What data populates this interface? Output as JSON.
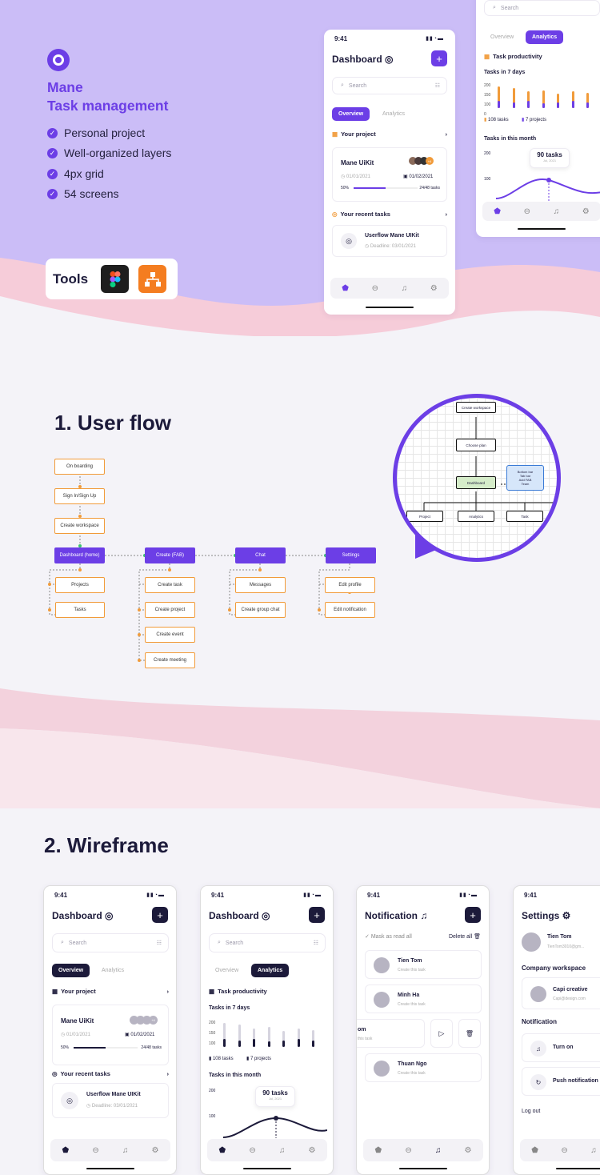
{
  "brand": {
    "line1": "Mane",
    "line2": "Task management"
  },
  "features": [
    "Personal project",
    "Well-organized layers",
    "4px grid",
    "54 screens"
  ],
  "tools": {
    "label": "Tools"
  },
  "time": "9:41",
  "dashboard": {
    "title": "Dashboard",
    "search": "Search",
    "tab_overview": "Overview",
    "tab_analytics": "Analytics",
    "your_project": "Your project",
    "project_name": "Mane UiKit",
    "start": "01/01/2021",
    "end": "01/02/2021",
    "progress": "50%",
    "progress_value": 0.5,
    "tasks_count": "24/48 tasks",
    "recent": "Your recent tasks",
    "task_title": "Userflow Mane UIKit",
    "deadline": "Deadline: 03/01/2021",
    "plus_badge": "+4"
  },
  "analytics": {
    "title": "Task productivity",
    "week": "Tasks in 7 days",
    "y_week": [
      "200",
      "100",
      "0"
    ],
    "legend_tasks": "108 tasks",
    "legend_projects": "7 projects",
    "month": "Tasks in this month",
    "y_month": [
      "200",
      "100"
    ],
    "tooltip": "90 tasks",
    "tooltip_date": "Jul, 2021"
  },
  "userflow": {
    "heading": "1. User flow",
    "nodes": {
      "onboarding": "On boarding",
      "signin": "Sign In/Sign Up",
      "workspace": "Create workspace",
      "dashboard_home": "Dashboard (home)",
      "create_fab": "Create (FAB)",
      "chat": "Chat",
      "settings": "Settings",
      "projects": "Projects",
      "tasks": "Tasks",
      "create_task": "Create task",
      "create_project": "Create project",
      "create_event": "Create event",
      "create_meeting": "Create meeting",
      "messages": "Messages",
      "group_chat": "Create group chat",
      "edit_profile": "Edit profile",
      "edit_notification": "Edit notification"
    },
    "zoom": {
      "create_workspace": "Create workspace",
      "choose_plan": "Choose plan",
      "dashboard": "Dashboard",
      "side": [
        "Bottom bar",
        "Tab bar",
        "Add FAB",
        "Team"
      ],
      "project": "Project",
      "analytics": "Analytics",
      "task": "Task"
    }
  },
  "wireframe": {
    "heading": "2. Wireframe",
    "notification": {
      "title": "Notification",
      "mark": "Mask as read all",
      "delete": "Delete all",
      "items": [
        {
          "name": "Tien Tom",
          "sub": "Create this task"
        },
        {
          "name": "Minh Ha",
          "sub": "Create this task"
        },
        {
          "name": "om",
          "sub": "this task"
        },
        {
          "name": "Thuan Ngo",
          "sub": "Create this task"
        }
      ]
    },
    "settings": {
      "title": "Settings",
      "user": "Tien Tom",
      "email": "TienTom3010@gm...",
      "workspace_label": "Company workspace",
      "workspace_name": "Capi creative",
      "workspace_email": "Capi@design.com",
      "notification_label": "Notification",
      "turn_on": "Turn on",
      "push": "Push notification",
      "logout": "Log out"
    }
  },
  "colors": {
    "purple": "#6c3ee6",
    "orange": "#f19b3a",
    "dark": "#1c1a3a"
  },
  "chart_data": {
    "type": "bar",
    "title": "Tasks in 7 days",
    "series": [
      {
        "name": "108 tasks",
        "values": [
          180,
          170,
          140,
          150,
          120,
          140,
          130
        ]
      },
      {
        "name": "7 projects",
        "values": [
          60,
          50,
          60,
          40,
          50,
          60,
          50
        ]
      }
    ],
    "ylim": [
      0,
      200
    ]
  }
}
